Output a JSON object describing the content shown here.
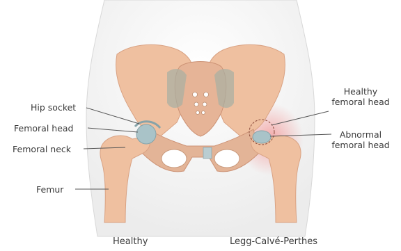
{
  "labels": {
    "hip_socket": "Hip socket",
    "femoral_head": "Femoral head",
    "femoral_neck": "Femoral neck",
    "femur": "Femur",
    "healthy_femoral_head_line1": "Healthy",
    "healthy_femoral_head_line2": "femoral head",
    "abnormal_femoral_head_line1": "Abnormal",
    "abnormal_femoral_head_line2": "femoral head"
  },
  "captions": {
    "left": "Healthy",
    "right": "Legg-Calvé-Perthes"
  },
  "colors": {
    "bone": "#efc0a0",
    "bone_shadow": "#d9a283",
    "cartilage": "#a9c3c8",
    "inner_shadow": "#9aa9a2",
    "body_outline": "#d8d8d8",
    "inflammation": "#f26a6a",
    "text": "#3a3a3a"
  }
}
